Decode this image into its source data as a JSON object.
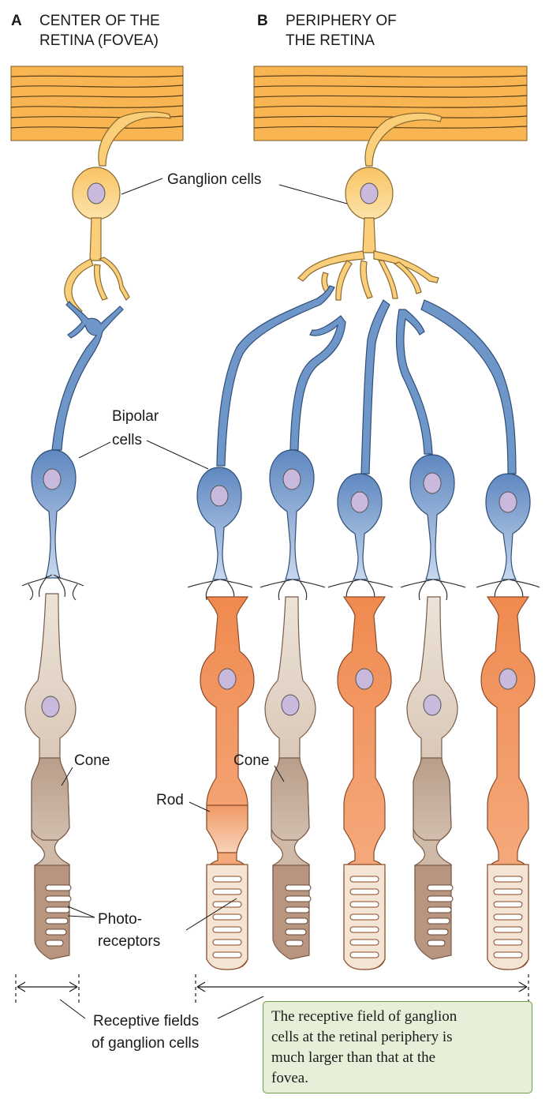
{
  "panel_a": {
    "letter": "A",
    "title_line1": "CENTER OF THE",
    "title_line2": "RETINA (FOVEA)"
  },
  "panel_b": {
    "letter": "B",
    "title_line1": "PERIPHERY OF",
    "title_line2": "THE RETINA"
  },
  "labels": {
    "ganglion": "Ganglion cells",
    "bipolar_line1": "Bipolar",
    "bipolar_line2": "cells",
    "cone_a": "Cone",
    "cone_b": "Cone",
    "rod": "Rod",
    "photo_line1": "Photo-",
    "photo_line2": "receptors",
    "receptive_line1": "Receptive fields",
    "receptive_line2": "of ganglion cells"
  },
  "note": {
    "lines": [
      "The receptive field of ganglion",
      "cells at the retinal periphery is",
      "much larger than that at the",
      "fovea."
    ]
  },
  "colors": {
    "nerve_fiber": "#f8b552",
    "ganglion": "#fbcf79",
    "bipolar": "#6f96c8",
    "cone": "#c3a592",
    "rod": "#ee935f",
    "nucleus": "#c9b9dc",
    "note_bg": "#e6f0d8",
    "note_border": "#6f9a50"
  }
}
